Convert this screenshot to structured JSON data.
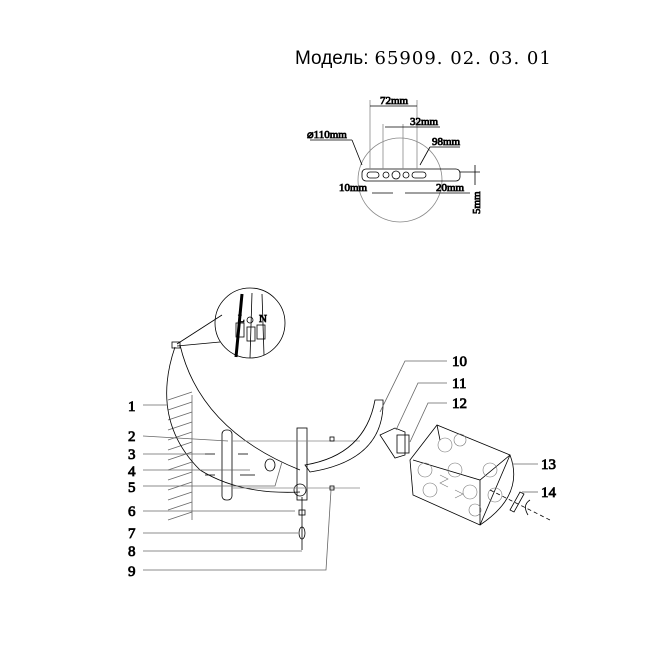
{
  "title": {
    "label": "Модель:",
    "model": "65909. 02. 03. 01"
  },
  "dimensions": {
    "d110": "⌀110mm",
    "d72": "72mm",
    "d32": "32mm",
    "d98": "98mm",
    "d10": "10mm",
    "d20": "20mm",
    "d5": "5mm"
  },
  "terminal": {
    "l": "L",
    "n": "N"
  },
  "callouts": [
    "1",
    "2",
    "3",
    "4",
    "5",
    "6",
    "7",
    "8",
    "9",
    "10",
    "11",
    "12",
    "13",
    "14"
  ]
}
